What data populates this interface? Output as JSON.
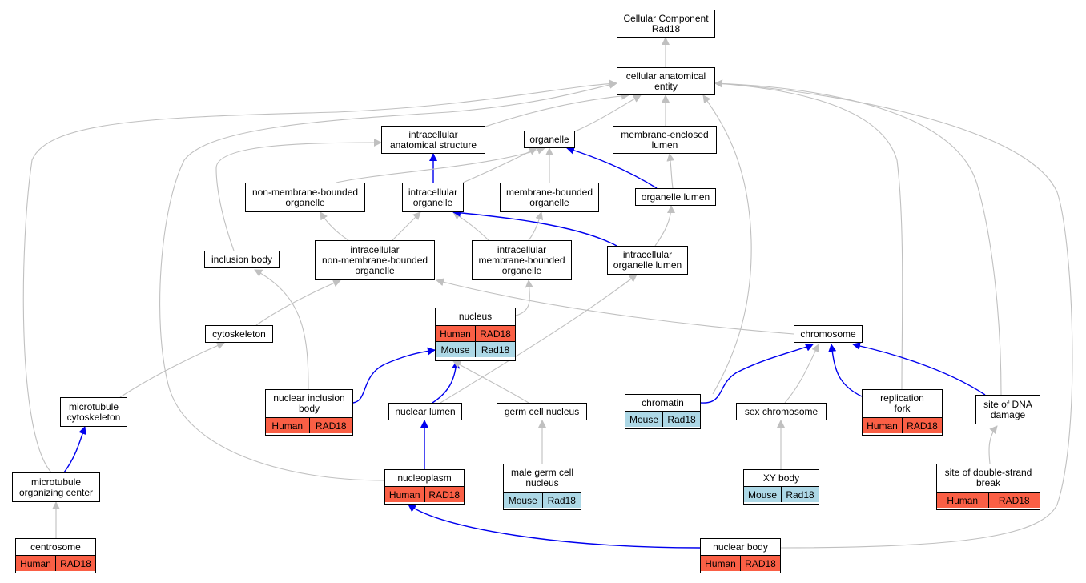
{
  "colors": {
    "human": "#fa5f45",
    "mouse": "#add8e6",
    "gray_edge": "#c0c0c0",
    "blue_edge": "#0000ee"
  },
  "nodes": [
    {
      "id": "cc_rad18",
      "label": "Cellular Component\nRad18"
    },
    {
      "id": "cae",
      "label": "cellular anatomical\nentity"
    },
    {
      "id": "ias",
      "label": "intracellular\nanatomical structure"
    },
    {
      "id": "organelle",
      "label": "organelle"
    },
    {
      "id": "mel",
      "label": "membrane-enclosed\nlumen"
    },
    {
      "id": "nmbo",
      "label": "non-membrane-bounded\norganelle"
    },
    {
      "id": "io",
      "label": "intracellular\norganelle"
    },
    {
      "id": "mbo",
      "label": "membrane-bounded\norganelle"
    },
    {
      "id": "ol",
      "label": "organelle lumen"
    },
    {
      "id": "ib",
      "label": "inclusion body"
    },
    {
      "id": "inmbo",
      "label": "intracellular\nnon-membrane-bounded\norganelle"
    },
    {
      "id": "imbo",
      "label": "intracellular\nmembrane-bounded\norganelle"
    },
    {
      "id": "iol",
      "label": "intracellular\norganelle lumen"
    },
    {
      "id": "nucleus",
      "label": "nucleus",
      "rows": [
        [
          "Human",
          "RAD18"
        ],
        [
          "Mouse",
          "Rad18"
        ]
      ]
    },
    {
      "id": "cytoskeleton",
      "label": "cytoskeleton"
    },
    {
      "id": "chromosome",
      "label": "chromosome"
    },
    {
      "id": "nib",
      "label": "nuclear inclusion\nbody",
      "rows": [
        [
          "Human",
          "RAD18"
        ]
      ]
    },
    {
      "id": "nl",
      "label": "nuclear lumen"
    },
    {
      "id": "gcn",
      "label": "germ cell nucleus"
    },
    {
      "id": "chromatin",
      "label": "chromatin",
      "rows": [
        [
          "Mouse",
          "Rad18"
        ]
      ]
    },
    {
      "id": "sexchr",
      "label": "sex chromosome"
    },
    {
      "id": "rf",
      "label": "replication\nfork",
      "rows": [
        [
          "Human",
          "RAD18"
        ]
      ]
    },
    {
      "id": "sdd",
      "label": "site of DNA\ndamage"
    },
    {
      "id": "mtcs",
      "label": "microtubule\ncytoskeleton"
    },
    {
      "id": "mtoc",
      "label": "microtubule\norganizing center"
    },
    {
      "id": "np",
      "label": "nucleoplasm",
      "rows": [
        [
          "Human",
          "RAD18"
        ]
      ]
    },
    {
      "id": "mgcn",
      "label": "male germ cell\nnucleus",
      "rows": [
        [
          "Mouse",
          "Rad18"
        ]
      ]
    },
    {
      "id": "xy",
      "label": "XY body",
      "rows": [
        [
          "Mouse",
          "Rad18"
        ]
      ]
    },
    {
      "id": "sdsb",
      "label": "site of double-strand\nbreak",
      "rows": [
        [
          "Human",
          "RAD18"
        ]
      ]
    },
    {
      "id": "centrosome",
      "label": "centrosome",
      "rows": [
        [
          "Human",
          "RAD18"
        ]
      ]
    },
    {
      "id": "nb",
      "label": "nuclear body",
      "rows": [
        [
          "Human",
          "RAD18"
        ]
      ]
    }
  ],
  "edges": [
    {
      "from": "cae",
      "to": "cc_rad18",
      "color": "gray"
    },
    {
      "from": "ias",
      "to": "cae",
      "color": "gray"
    },
    {
      "from": "organelle",
      "to": "cae",
      "color": "gray"
    },
    {
      "from": "mel",
      "to": "cae",
      "color": "gray"
    },
    {
      "from": "io",
      "to": "ias",
      "color": "blue"
    },
    {
      "from": "nmbo",
      "to": "organelle",
      "color": "gray"
    },
    {
      "from": "io",
      "to": "organelle",
      "color": "gray"
    },
    {
      "from": "mbo",
      "to": "organelle",
      "color": "gray"
    },
    {
      "from": "ol",
      "to": "organelle",
      "color": "blue"
    },
    {
      "from": "ol",
      "to": "mel",
      "color": "gray"
    },
    {
      "from": "ib",
      "to": "ias",
      "color": "gray"
    },
    {
      "from": "inmbo",
      "to": "nmbo",
      "color": "gray"
    },
    {
      "from": "inmbo",
      "to": "io",
      "color": "gray"
    },
    {
      "from": "imbo",
      "to": "io",
      "color": "gray"
    },
    {
      "from": "imbo",
      "to": "mbo",
      "color": "gray"
    },
    {
      "from": "iol",
      "to": "io",
      "color": "blue"
    },
    {
      "from": "iol",
      "to": "ol",
      "color": "gray"
    },
    {
      "from": "nucleus",
      "to": "imbo",
      "color": "gray"
    },
    {
      "from": "cytoskeleton",
      "to": "inmbo",
      "color": "gray"
    },
    {
      "from": "chromosome",
      "to": "inmbo",
      "color": "gray"
    },
    {
      "from": "nib",
      "to": "ib",
      "color": "gray"
    },
    {
      "from": "nib",
      "to": "nucleus",
      "color": "blue"
    },
    {
      "from": "nl",
      "to": "nucleus",
      "color": "blue"
    },
    {
      "from": "nl",
      "to": "iol",
      "color": "gray"
    },
    {
      "from": "gcn",
      "to": "nucleus",
      "color": "gray"
    },
    {
      "from": "chromatin",
      "to": "chromosome",
      "color": "blue"
    },
    {
      "from": "chromatin",
      "to": "cae",
      "color": "gray"
    },
    {
      "from": "sexchr",
      "to": "chromosome",
      "color": "gray"
    },
    {
      "from": "rf",
      "to": "chromosome",
      "color": "blue"
    },
    {
      "from": "rf",
      "to": "cae",
      "color": "gray"
    },
    {
      "from": "sdd",
      "to": "chromosome",
      "color": "blue"
    },
    {
      "from": "sdd",
      "to": "cae",
      "color": "gray"
    },
    {
      "from": "mtcs",
      "to": "cytoskeleton",
      "color": "gray"
    },
    {
      "from": "mtoc",
      "to": "mtcs",
      "color": "blue"
    },
    {
      "from": "mtoc",
      "to": "cae",
      "color": "gray"
    },
    {
      "from": "np",
      "to": "nl",
      "color": "blue"
    },
    {
      "from": "np",
      "to": "cae",
      "color": "gray"
    },
    {
      "from": "mgcn",
      "to": "gcn",
      "color": "gray"
    },
    {
      "from": "xy",
      "to": "sexchr",
      "color": "gray"
    },
    {
      "from": "sdsb",
      "to": "sdd",
      "color": "gray"
    },
    {
      "from": "centrosome",
      "to": "mtoc",
      "color": "gray"
    },
    {
      "from": "nb",
      "to": "np",
      "color": "blue"
    },
    {
      "from": "nb",
      "to": "cae",
      "color": "gray"
    }
  ]
}
